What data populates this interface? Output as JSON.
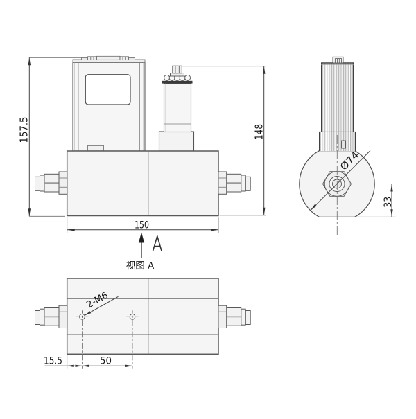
{
  "labels": {
    "height_overall": "157.5",
    "height_valve": "148",
    "width_body": "150",
    "view_arrow_label": "A",
    "view_caption": "视图 A",
    "thread_callout": "2-M6",
    "hole_offset": "15.5",
    "hole_spacing": "50",
    "flange_diameter": "Ø74",
    "port_height": "33"
  },
  "colors": {
    "line": "#4f4f4f",
    "fill": "#f5f5f5",
    "dark": "#3a3a3a"
  }
}
